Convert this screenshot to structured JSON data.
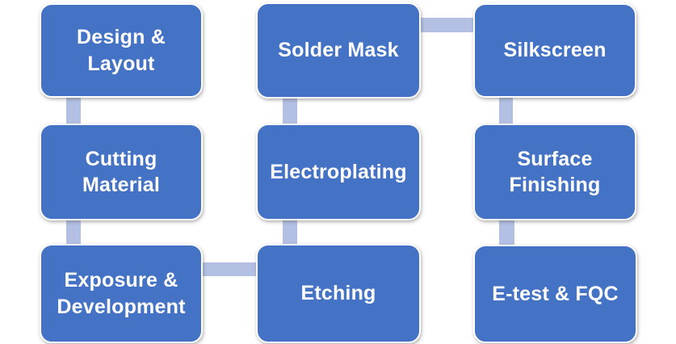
{
  "diagram": {
    "type": "flowchart",
    "description": "PCB manufacturing process flow",
    "colors": {
      "node_fill": "#4472C4",
      "node_border": "#FFFFFF",
      "node_text": "#FFFFFF",
      "connector": "#B3C0E4",
      "background": "#FFFFFF"
    },
    "nodes": [
      {
        "id": "design-layout",
        "label": "Design &\nLayout"
      },
      {
        "id": "solder-mask",
        "label": "Solder Mask"
      },
      {
        "id": "silkscreen",
        "label": "Silkscreen"
      },
      {
        "id": "cutting-material",
        "label": "Cutting\nMaterial"
      },
      {
        "id": "electroplating",
        "label": "Electroplating"
      },
      {
        "id": "surface-finishing",
        "label": "Surface\nFinishing"
      },
      {
        "id": "exposure-development",
        "label": "Exposure &\nDevelopment"
      },
      {
        "id": "etching",
        "label": "Etching"
      },
      {
        "id": "e-test-fqc",
        "label": "E-test & FQC"
      }
    ],
    "connections": [
      {
        "from": "design-layout",
        "to": "cutting-material"
      },
      {
        "from": "cutting-material",
        "to": "exposure-development"
      },
      {
        "from": "exposure-development",
        "to": "etching"
      },
      {
        "from": "etching",
        "to": "electroplating"
      },
      {
        "from": "electroplating",
        "to": "solder-mask"
      },
      {
        "from": "solder-mask",
        "to": "silkscreen"
      },
      {
        "from": "silkscreen",
        "to": "surface-finishing"
      },
      {
        "from": "surface-finishing",
        "to": "e-test-fqc"
      }
    ]
  }
}
